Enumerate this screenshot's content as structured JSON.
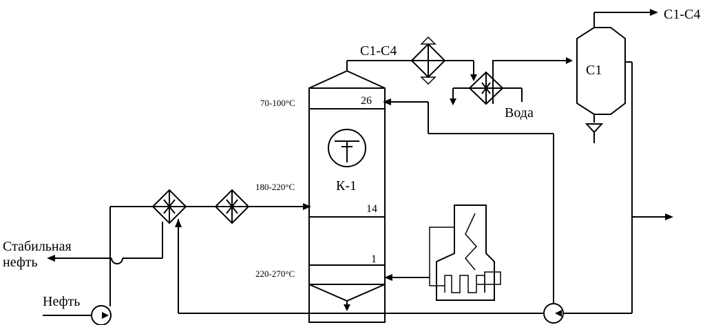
{
  "labels": {
    "c1c4_top": "C1-C4",
    "c1c4_mid": "C1-C4",
    "water": "Вода",
    "separator": "C1",
    "column": "К-1",
    "temp_top": "70-100°C",
    "temp_mid": "180-220°C",
    "temp_bot": "220-270°C",
    "tray_26": "26",
    "tray_14": "14",
    "tray_1": "1",
    "stable_oil_line1": "Стабильная",
    "stable_oil_line2": "нефть",
    "crude_oil": "Нефть"
  }
}
